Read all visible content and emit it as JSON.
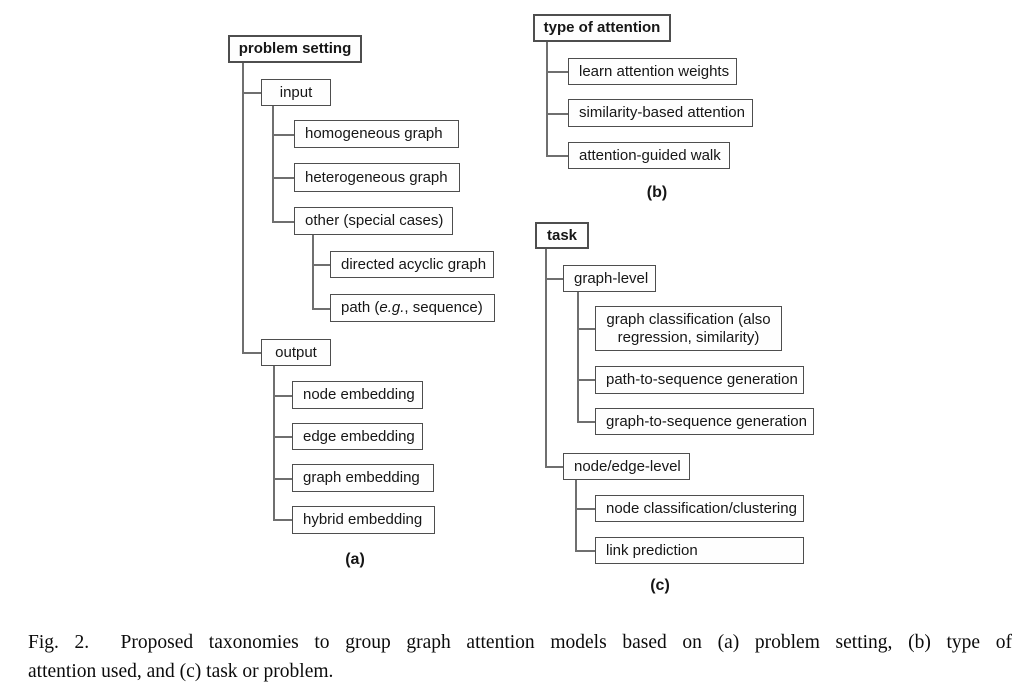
{
  "taxonomy_a": {
    "root": "problem setting",
    "input": "input",
    "homogeneous_graph": "homogeneous graph",
    "heterogeneous_graph": "heterogeneous graph",
    "other_special_cases": "other (special cases)",
    "directed_acyclic_graph": "directed acyclic graph",
    "path_pre": "path (",
    "path_italic": "e.g.",
    "path_post": ", sequence)",
    "output": "output",
    "node_embedding": "node embedding",
    "edge_embedding": "edge embedding",
    "graph_embedding": "graph embedding",
    "hybrid_embedding": "hybrid embedding",
    "tag": "(a)"
  },
  "taxonomy_b": {
    "root": "type of attention",
    "learn_attention_weights": "learn attention weights",
    "similarity_based_attention": "similarity-based attention",
    "attention_guided_walk": "attention-guided walk",
    "tag": "(b)"
  },
  "taxonomy_c": {
    "root": "task",
    "graph_level": "graph-level",
    "graph_classification_line1": "graph classification (also",
    "graph_classification_line2": "regression, similarity)",
    "path_to_sequence_generation": "path-to-sequence generation",
    "graph_to_sequence_generation": "graph-to-sequence generation",
    "node_edge_level": "node/edge-level",
    "node_classification_clustering": "node classification/clustering",
    "link_prediction": "link prediction",
    "tag": "(c)"
  },
  "caption": {
    "line1": "Fig. 2.  Proposed taxonomies to group graph attention models based on (a) problem setting, (b) type of",
    "line2": "attention used, and (c) task or problem."
  },
  "colors": {
    "box_border": "#4e4e4e",
    "connector_line": "#6f6f6f",
    "text": "#161616",
    "background": "#ffffff"
  }
}
